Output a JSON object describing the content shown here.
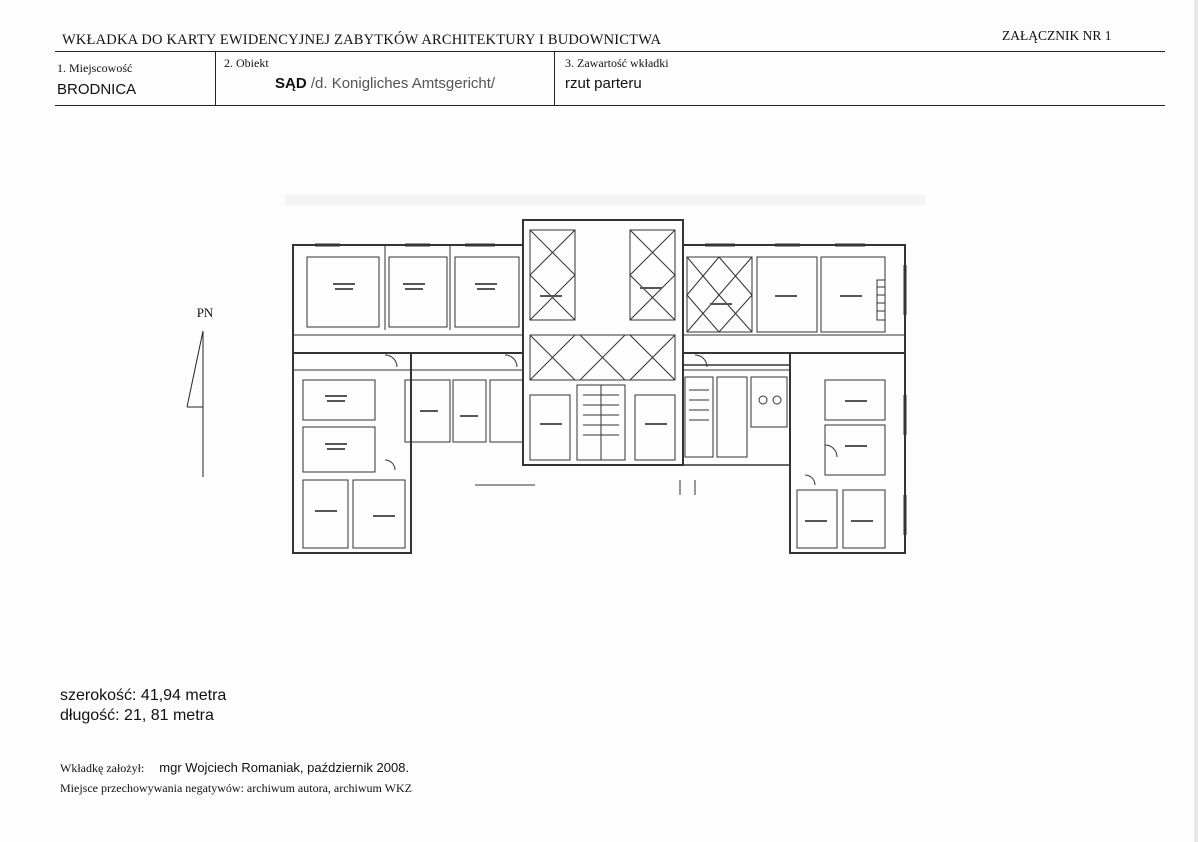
{
  "header": {
    "title": "WKŁADKA DO KARTY EWIDENCYJNEJ ZABYTKÓW ARCHITEKTURY I BUDOWNICTWA",
    "annex": "ZAŁĄCZNIK NR 1"
  },
  "fields": {
    "locality": {
      "label": "1. Miejscowość",
      "value": "BRODNICA"
    },
    "object": {
      "label": "2. Obiekt",
      "value_strong": "SĄD",
      "value_rest": "/d. Konigliches Amtsgericht/"
    },
    "contents": {
      "label": "3. Zawartość wkładki",
      "value": "rzut parteru"
    }
  },
  "north": {
    "label": "PN"
  },
  "dimensions": {
    "width": "szerokość: 41,94 metra",
    "length": "długość: 21, 81 metra"
  },
  "credits": {
    "author_label": "Wkładkę założył:",
    "author_value": "mgr Wojciech Romaniak, październik 2008.",
    "storage": "Miejsce przechowywania negatywów: archiwum autora, archiwum WKZ"
  }
}
